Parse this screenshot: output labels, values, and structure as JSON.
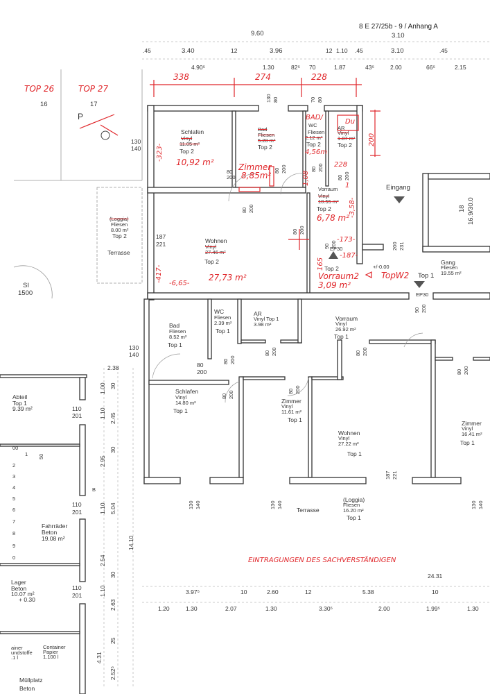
{
  "header": {
    "doc_ref": "8 E 27/25b - 9 / Anhang A"
  },
  "dims_top": {
    "r1": [
      "9.60",
      "3.10"
    ],
    "r2": [
      ".45",
      "3.40",
      "12",
      "3.96",
      "12",
      "1.10",
      ".45",
      "3.10",
      ".45"
    ],
    "r3": [
      "4.90⁵",
      "1.30",
      "82⁵",
      "70",
      "1.87",
      "43⁵",
      "2.00",
      "66⁵",
      "2.15"
    ],
    "red": [
      "338",
      "274",
      "228"
    ],
    "small": [
      "130",
      "80",
      "70",
      "80"
    ],
    "red_200": "200"
  },
  "parking": {
    "top26": "TOP 26",
    "top27": "TOP 27",
    "n16": "16",
    "n17": "17",
    "p": "P",
    "d1": "130",
    "d2": "140"
  },
  "loggia_top2": {
    "name": "(Loggia)",
    "floor": "Fliesen",
    "area": "8.00 m²",
    "unit": "Top 2",
    "kind": "Terrasse"
  },
  "si": {
    "a": "SI",
    "b": "1500"
  },
  "top2": {
    "schlafen": {
      "name": "Schlafen",
      "floor": "Vinyl",
      "area": "11.05 m²",
      "unit": "Top 2",
      "new_area": "10,92 m²",
      "dim": "-323-"
    },
    "bad": {
      "name": "Bad",
      "floor": "Fliesen",
      "area": "5.28 m²",
      "unit": "Top 2"
    },
    "badwc": {
      "new_name": "BAD/",
      "wc": "WC",
      "floor": "Fliesen",
      "area": "2.12 m²",
      "unit": "Top 2",
      "new_area": "4,56m"
    },
    "ar": {
      "du": "Du",
      "name": "AR",
      "floor": "Vinyl",
      "area": "1.87 m²",
      "unit": "Top 2"
    },
    "zimmer": {
      "name": "Zimmer",
      "area": "8,85m²",
      "d1": "80",
      "d2": "200"
    },
    "red_dims": {
      "d108": "1,08",
      "d228": "228",
      "d358": "-3,58-",
      "d173": "-173-",
      "d187": "-187-",
      "d165": "165",
      "d417": "-417-",
      "d665": "-6,65-"
    },
    "vorraum": {
      "name": "Vorraum",
      "num": "1",
      "floor": "Vinyl",
      "area": "10.55 m²",
      "unit": "Top 2",
      "new_area": "6,78 m²"
    },
    "vorraum2": {
      "unit": "Top 2",
      "name": "Vorraum2",
      "area": "3,09 m²"
    },
    "wohnen": {
      "d1": "187",
      "d2": "221",
      "name": "Wohnen",
      "floor": "Vinyl",
      "area": "27.46 m²",
      "unit": "Top 2",
      "new_area": "27,73 m²"
    },
    "doors": [
      "80",
      "200",
      "80",
      "200",
      "80",
      "200",
      "80",
      "200",
      "90",
      "200",
      "80",
      "200"
    ]
  },
  "entrance": {
    "eingang": "Eingang",
    "level": "+/-0.00",
    "topw2": "TopW2",
    "top1": "Top 1",
    "stair1": "18",
    "stair2": "16.9/30.0",
    "d1": "200",
    "d2": "231",
    "ep30a": "EP30",
    "ep30b": "EP30",
    "d3": "90",
    "d4": "200"
  },
  "gang": {
    "name": "Gang",
    "floor": "Fliesen",
    "area": "19.55 m²"
  },
  "top1": {
    "bad": {
      "name": "Bad",
      "floor": "Fliesen",
      "area": "8.52 m²",
      "unit": "Top 1",
      "d1": "130",
      "d2": "140"
    },
    "wc": {
      "name": "WC",
      "floor": "Fliesen",
      "area": "2.39 m²",
      "unit": "Top 1"
    },
    "ar": {
      "name": "AR",
      "floor": "Vinyl Top 1",
      "area": "3.98 m²"
    },
    "vorraum": {
      "name": "Vorraum",
      "floor": "Vinyl",
      "area": "26.92 m²",
      "unit": "Top 1"
    },
    "schlafen": {
      "name": "Schlafen",
      "floor": "Vinyl",
      "area": "14.80 m²",
      "unit": "Top 1"
    },
    "zimmer": {
      "name": "Zimmer",
      "floor": "Vinyl",
      "area": "11.61 m²",
      "unit": "Top 1"
    },
    "wohnen": {
      "name": "Wohnen",
      "floor": "Vinyl",
      "area": "27.22 m²",
      "unit": "Top 1",
      "d1": "187",
      "d2": "221"
    },
    "zimmer2": {
      "name": "Zimmer",
      "floor": "Vinyl",
      "area": "16.41 m²",
      "unit": "Top 1"
    },
    "doors": [
      "80",
      "200",
      "80",
      "200",
      "80",
      "200",
      "80",
      "200",
      "80",
      "200",
      "80",
      "200",
      "80",
      "200"
    ],
    "windows": [
      "130",
      "140",
      "130",
      "140",
      "130",
      "140"
    ],
    "loggia": {
      "kind": "Terrasse",
      "name": "(Loggia)",
      "floor": "Fliesen",
      "area": "16.20 m²",
      "unit": "Top 1"
    }
  },
  "basement": {
    "abteil": {
      "name": "Abteil",
      "unit": "Top 1",
      "area": "9.39 m²"
    },
    "racks": [
      "00",
      "1",
      "2",
      "3",
      "4",
      "5",
      "6",
      "7",
      "8",
      "9",
      "0"
    ],
    "rack_dim": "50",
    "fahrrad": {
      "name": "Fahrräder",
      "floor": "Beton",
      "area": "19.08 m²"
    },
    "lager": {
      "name": "Lager",
      "floor": "Beton",
      "area": "10.07 m²",
      "level": "+ 0.30"
    },
    "cont1": {
      "a": "ainer",
      "b": "undstoffe",
      "c": ".1 l"
    },
    "cont2": {
      "a": "Container",
      "b": "Papier",
      "c": "1.100 l"
    },
    "muell": {
      "name": "Müllplatz",
      "floor": "Beton"
    },
    "doors": [
      "110",
      "201",
      "110",
      "201",
      "110",
      "201"
    ],
    "vdims": [
      "2.38",
      "1.00",
      "30",
      "1.10",
      "2.45",
      "30",
      "2.95",
      "1.10",
      "5.04",
      "2.54",
      "14.10",
      "30",
      "1.10",
      "2.63",
      "25",
      "4.31",
      "2.52⁵",
      "B"
    ]
  },
  "footer": {
    "title": "EINTRAGUNGEN DES SACHVERSTÄNDIGEN",
    "total": "24.31",
    "r1": [
      "3.97⁵",
      "10",
      "2.60",
      "12",
      "5.38",
      "10"
    ],
    "r2": [
      "1.20",
      "1.30",
      "2.07",
      "1.30",
      "3.30⁵",
      "2.00",
      "1.99⁵",
      "1.30"
    ]
  }
}
